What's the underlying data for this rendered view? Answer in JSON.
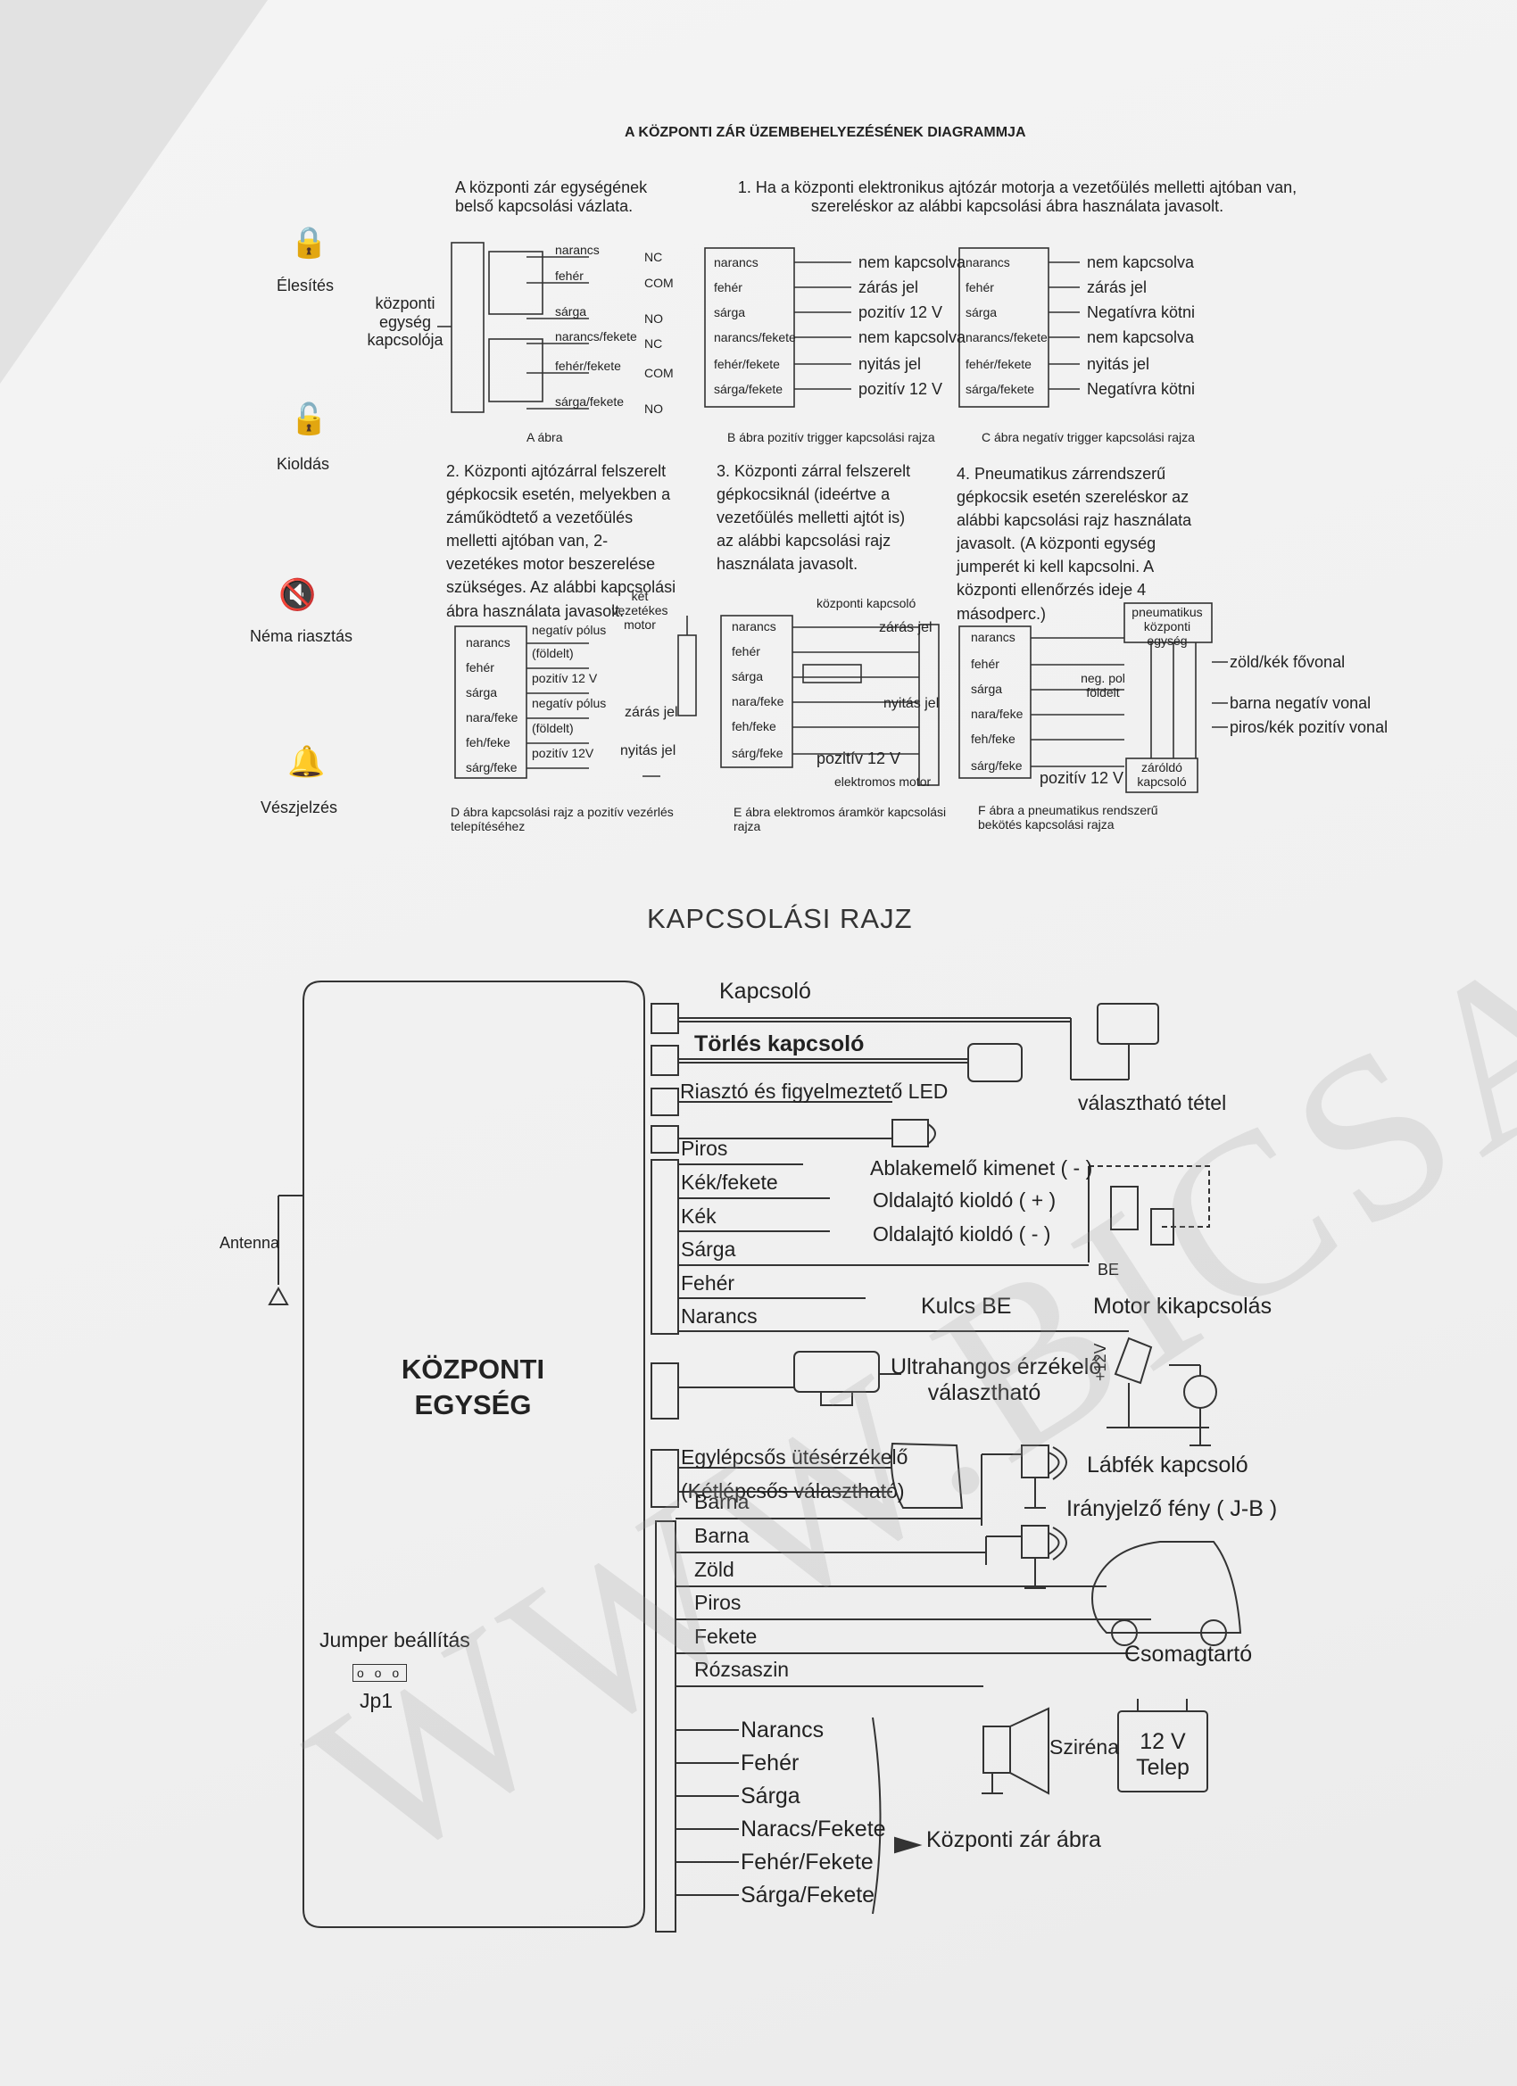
{
  "top": {
    "title": "A  KÖZPONTI ZÁR ÜZEMBEHELYEZÉSÉNEK DIAGRAMMJA",
    "sidebar": [
      {
        "label": "Élesítés",
        "icon": "lock-closed-icon"
      },
      {
        "label": "Kioldás",
        "icon": "lock-open-icon"
      },
      {
        "label": "Néma riasztás",
        "icon": "speaker-mute-icon"
      },
      {
        "label": "Vészjelzés",
        "icon": "bell-icon"
      }
    ],
    "diagram_a": {
      "intro": "A központi zár egységének belső kapcsolási vázlata.",
      "side_label": "központi egység kapcsolója",
      "wires": [
        "narancs",
        "fehér",
        "sárga",
        "narancs/fekete",
        "fehér/fekete",
        "sárga/fekete"
      ],
      "contacts": [
        "NC",
        "COM",
        "NO",
        "NC",
        "COM",
        "NO"
      ],
      "caption": "A ábra"
    },
    "section1": "1. Ha a központi elektronikus ajtózár motorja a vezetőülés melletti ajtóban van, szereléskor az alábbi kapcsolási ábra használata javasolt.",
    "diagram_b": {
      "wires": [
        "narancs",
        "fehér",
        "sárga",
        "narancs/fekete",
        "fehér/fekete",
        "sárga/fekete"
      ],
      "targets": [
        "nem kapcsolva",
        "zárás jel",
        "pozitív 12 V",
        "nem kapcsolva",
        "nyitás jel",
        "pozitív 12 V"
      ],
      "caption": "B ábra pozitív trigger kapcsolási rajza"
    },
    "diagram_c": {
      "wires": [
        "narancs",
        "fehér",
        "sárga",
        "narancs/fekete",
        "fehér/fekete",
        "sárga/fekete"
      ],
      "targets": [
        "nem kapcsolva",
        "zárás jel",
        "Negatívra kötni",
        "nem kapcsolva",
        "nyitás jel",
        "Negatívra kötni"
      ],
      "caption": "C ábra negatív trigger kapcsolási rajza"
    },
    "section2": "2. Központi ajtózárral felszerelt gépkocsik esetén, melyekben a záműködtető a vezetőülés melletti ajtóban van, 2-vezetékes motor beszerelése szükséges. Az alábbi kapcsolási ábra használata javasolt.",
    "section3": "3. Központi zárral felszerelt gépkocsiknál (ideértve a vezetőülés melletti ajtót is) az alábbi kapcsolási rajz használata javasolt.",
    "section4": "4. Pneumatikus zárrendszerű gépkocsik esetén szereléskor az alábbi kapcsolási rajz használata javasolt. (A központi egység jumperét ki kell kapcsolni. A központi ellenőrzés ideje 4 másodperc.)",
    "diagram_d": {
      "wires": [
        "narancs",
        "fehér",
        "sárga",
        "nara/feke",
        "feh/feke",
        "sárg/feke"
      ],
      "labels": [
        "negatív pólus",
        "(földelt)",
        "pozitív 12 V",
        "negatív pólus",
        "(földelt)",
        "pozitív 12V"
      ],
      "motor": "két vezetékes motor",
      "close": "zárás jel",
      "open": "nyitás jel",
      "caption": "D ábra kapcsolási rajz a pozitív vezérlés telepítéséhez"
    },
    "diagram_e": {
      "wires": [
        "narancs",
        "fehér",
        "sárga",
        "nara/feke",
        "feh/feke",
        "sárg/feke"
      ],
      "switch": "központi kapcsoló",
      "close": "zárás jel",
      "open": "nyitás jel",
      "pos": "pozitív 12 V",
      "motor": "elektromos motor",
      "caption": "E ábra elektromos áramkör kapcsolási rajza"
    },
    "diagram_f": {
      "wires": [
        "narancs",
        "fehér",
        "sárga",
        "nara/feke",
        "feh/feke",
        "sárg/feke"
      ],
      "unit": "pneumatikus központi egység",
      "neg": "neg. pol földelt",
      "pos": "pozitív 12 V",
      "lock": "záróldó kapcsoló",
      "lines": [
        "zöld/kék fővonal",
        "barna negatív vonal",
        "piros/kék pozitív vonal"
      ],
      "caption": "F ábra a pneumatikus rendszerű bekötés kapcsolási rajza"
    }
  },
  "bottom": {
    "title": "KAPCSOLÁSI RAJZ",
    "unit": [
      "KÖZPONTI",
      "EGYSÉG"
    ],
    "antenna": "Antenna",
    "jumper": {
      "label": "Jumper beállítás",
      "pins": "o o o",
      "id": "Jp1"
    },
    "wires_top": [
      "Kapcsoló",
      "Törlés kapcsoló",
      "Riasztó és figyelmeztető LED",
      "Piros",
      "Kék/fekete",
      "Kék",
      "Sárga",
      "Fehér",
      "Narancs"
    ],
    "outputs": [
      "Ablakemelő kimenet ( - )",
      "Oldalajtó kioldó ( + )",
      "Oldalajtó kioldó ( - )",
      "Kulcs BE"
    ],
    "optional": "választható tétel",
    "motor_cut": "Motor kikapcsolás",
    "be": "BE",
    "ultra": [
      "Ultrahangos érzékelő",
      "választható"
    ],
    "plus12": "+12V",
    "shock": [
      "Egylépcsős ütésérzékelő",
      "(Kétlépcsős választható)"
    ],
    "wires_bottom": [
      "Barna",
      "Barna",
      "Zöld",
      "Piros",
      "Fekete",
      "Rózsaszin"
    ],
    "brake": "Lábfék kapcsoló",
    "turn": "Irányjelző fény ( J-B )",
    "trunk": "Csomagtartó",
    "siren": "Sziréna",
    "battery": [
      "12 V",
      "Telep"
    ],
    "lock_wires": [
      "Narancs",
      "Fehér",
      "Sárga",
      "Naracs/Fekete",
      "Fehér/Fekete",
      "Sárga/Fekete"
    ],
    "lock_ref": "Központi zár ábra"
  },
  "watermark": "WWW.BICSAKAUTO.HU",
  "colors": {
    "ink": "#222222",
    "paper": "#f2f2f2"
  }
}
